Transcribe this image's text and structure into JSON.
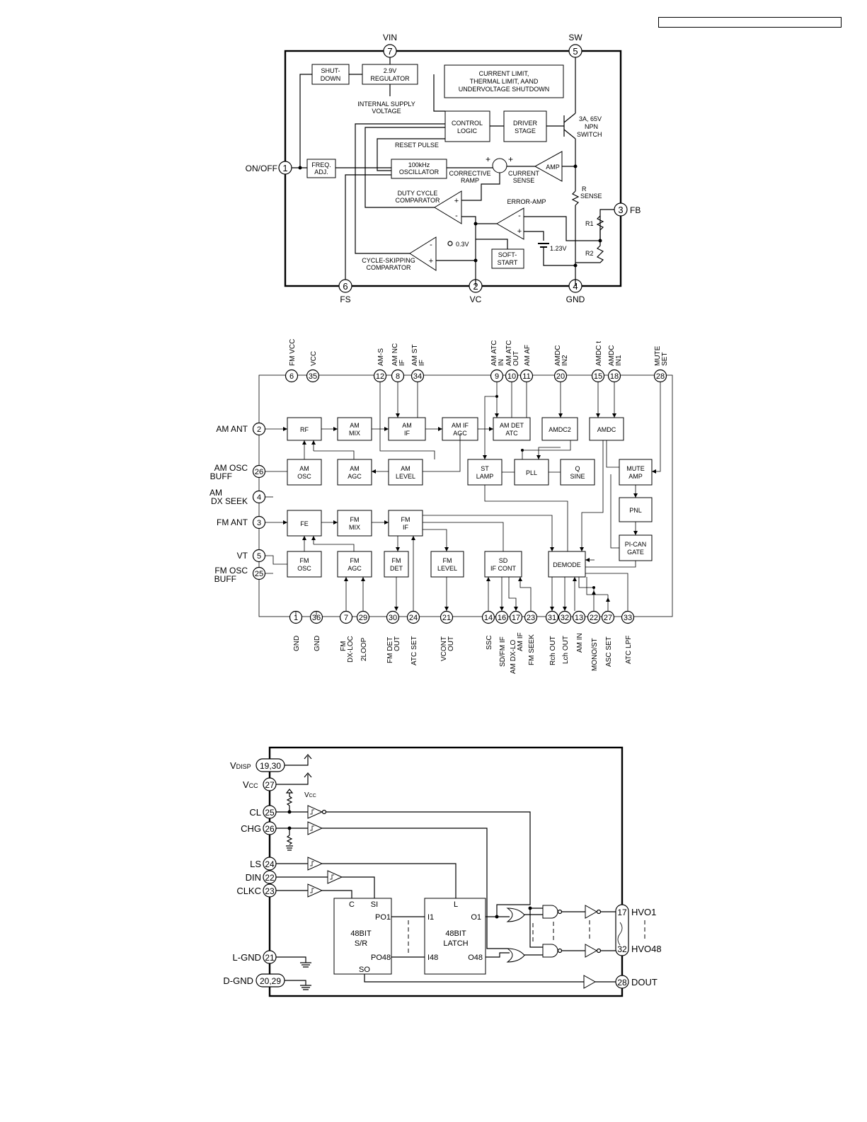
{
  "header": {
    "ref": ""
  },
  "diagram1": {
    "pins": [
      {
        "num": "7",
        "label": "VIN"
      },
      {
        "num": "5",
        "label": "SW"
      },
      {
        "num": "1",
        "label": "ON/OFF"
      },
      {
        "num": "3",
        "label": "FB"
      },
      {
        "num": "6",
        "label": "FS"
      },
      {
        "num": "2",
        "label": "VC"
      },
      {
        "num": "4",
        "label": "GND"
      }
    ],
    "blocks": {
      "shutdown": [
        "SHUT-",
        "DOWN"
      ],
      "regulator": [
        "2.9V",
        "REGULATOR"
      ],
      "limits": [
        "CURRENT LIMIT,",
        "THERMAL LIMIT, AAND",
        "UNDERVOLTAGE SHUTDOWN"
      ],
      "supply": [
        "INTERNAL SUPPLY",
        "VOLTAGE"
      ],
      "control": [
        "CONTROL",
        "LOGIC"
      ],
      "driver": [
        "DRIVER",
        "STAGE"
      ],
      "switch": [
        "3A, 65V",
        "NPN",
        "SWITCH"
      ],
      "reset": "RESET PULSE",
      "freq": [
        "FREQ.",
        "ADJ."
      ],
      "osc": [
        "100kHz",
        "OSCILLATOR"
      ],
      "ramp": [
        "CORRECTIVE",
        "RAMP"
      ],
      "sense": [
        "CURRENT",
        "SENSE"
      ],
      "amp": "AMP",
      "rsense": [
        "R",
        "SENSE"
      ],
      "duty": [
        "DUTY CYCLE",
        "COMPARATOR"
      ],
      "erramp": "ERROR-AMP",
      "r1": "R1",
      "r2": "R2",
      "v03": "0.3V",
      "vref": "1.23V",
      "soft": [
        "SOFT-",
        "START"
      ],
      "cyc": [
        "CYCLE-SKIPPING",
        "COMPARATOR"
      ]
    }
  },
  "diagram2": {
    "top_pins": [
      {
        "num": "6",
        "label": [
          "FM VCC"
        ]
      },
      {
        "num": "35",
        "label": [
          "VCC"
        ]
      },
      {
        "num": "12",
        "label": [
          "AM-S"
        ]
      },
      {
        "num": "8",
        "label": [
          "AM NC",
          "IF"
        ]
      },
      {
        "num": "34",
        "label": [
          "AM ST",
          "IF"
        ]
      },
      {
        "num": "9",
        "label": [
          "AM ATC",
          "IN"
        ]
      },
      {
        "num": "10",
        "label": [
          "AM ATC",
          "OUT"
        ]
      },
      {
        "num": "11",
        "label": [
          "AM AF"
        ]
      },
      {
        "num": "20",
        "label": [
          "AMDC",
          "IN2"
        ]
      },
      {
        "num": "15",
        "label": [
          "AMDC t"
        ]
      },
      {
        "num": "18",
        "label": [
          "AMDC",
          "IN1"
        ]
      },
      {
        "num": "28",
        "label": [
          "MUTE",
          "SET"
        ]
      }
    ],
    "left_pins": [
      {
        "num": "2",
        "label": [
          "AM ANT"
        ]
      },
      {
        "num": "26",
        "label": [
          "AM OSC",
          "BUFF"
        ]
      },
      {
        "num": "4",
        "label": [
          "AM",
          "DX SEEK"
        ]
      },
      {
        "num": "3",
        "label": [
          "FM ANT"
        ]
      },
      {
        "num": "5",
        "label": [
          "VT"
        ]
      },
      {
        "num": "25",
        "label": [
          "FM OSC",
          "BUFF"
        ]
      }
    ],
    "bottom_pins": [
      {
        "num": "1",
        "label": [
          "GND"
        ]
      },
      {
        "num": "36",
        "label": [
          "GND"
        ]
      },
      {
        "num": "7",
        "label": [
          "FM",
          "DX-LOC"
        ]
      },
      {
        "num": "29",
        "label": [
          "2LOOP"
        ]
      },
      {
        "num": "30",
        "label": [
          "FM DET",
          "OUT"
        ]
      },
      {
        "num": "24",
        "label": [
          "ATC SET"
        ]
      },
      {
        "num": "21",
        "label": [
          "VCONT",
          "OUT"
        ]
      },
      {
        "num": "14",
        "label": [
          "SSC"
        ]
      },
      {
        "num": "16",
        "label": [
          "SD/FM IF"
        ]
      },
      {
        "num": "17",
        "label": [
          "AM DX-LO",
          "AM IF"
        ]
      },
      {
        "num": "23",
        "label": [
          "FM SEEK"
        ]
      },
      {
        "num": "31",
        "label": [
          "Rch OUT"
        ]
      },
      {
        "num": "32",
        "label": [
          "Lch OUT"
        ]
      },
      {
        "num": "13",
        "label": [
          "AM IN"
        ]
      },
      {
        "num": "22",
        "label": [
          "MONO/ST"
        ]
      },
      {
        "num": "27",
        "label": [
          "ASC SET"
        ]
      },
      {
        "num": "33",
        "label": [
          "ATC LPF"
        ]
      }
    ],
    "blocks": [
      [
        "RF"
      ],
      [
        "AM",
        "MIX"
      ],
      [
        "AM",
        "IF"
      ],
      [
        "AM IF",
        "AGC"
      ],
      [
        "AM DET",
        "ATC"
      ],
      [
        "AMDC2"
      ],
      [
        "AMDC"
      ],
      [
        "AM",
        "OSC"
      ],
      [
        "AM",
        "AGC"
      ],
      [
        "AM",
        "LEVEL"
      ],
      [
        "ST",
        "LAMP"
      ],
      [
        "PLL"
      ],
      [
        "Q",
        "SINE"
      ],
      [
        "MUTE",
        "AMP"
      ],
      [
        "FE"
      ],
      [
        "FM",
        "MIX"
      ],
      [
        "FM",
        "IF"
      ],
      [
        "PNL"
      ],
      [
        "PI-CAN",
        "GATE"
      ],
      [
        "FM",
        "OSC"
      ],
      [
        "FM",
        "AGC"
      ],
      [
        "FM",
        "DET"
      ],
      [
        "FM",
        "LEVEL"
      ],
      [
        "SD",
        "IF CONT"
      ],
      [
        "DEMODE"
      ]
    ]
  },
  "diagram3": {
    "pins": {
      "vdisp": {
        "main": "V",
        "sub": "DISP",
        "num": "19,30"
      },
      "vcc": {
        "main": "V",
        "sub": "CC",
        "num": "27"
      },
      "cl": {
        "label": "CL",
        "num": "25"
      },
      "chg": {
        "label": "CHG",
        "num": "26"
      },
      "ls": {
        "label": "LS",
        "num": "24"
      },
      "din": {
        "label": "DIN",
        "num": "22"
      },
      "clkc": {
        "label": "CLKC",
        "num": "23"
      },
      "lgnd": {
        "label": "L-GND",
        "num": "21"
      },
      "dgnd": {
        "label": "D-GND",
        "num": "20,29"
      },
      "hvo1": {
        "label": "HVO1",
        "num": "17"
      },
      "hvo48": {
        "label": "HVO48",
        "num": "32"
      },
      "dout": {
        "label": "DOUT",
        "num": "28"
      }
    },
    "vcc_tag": {
      "main": "V",
      "sub": "CC"
    },
    "sr": {
      "c": "C",
      "si": "SI",
      "po1": "PO1",
      "po48": "PO48",
      "so": "SO",
      "title": [
        "48BIT",
        "S/R"
      ]
    },
    "latch": {
      "l": "L",
      "i1": "I1",
      "i48": "I48",
      "o1": "O1",
      "o48": "O48",
      "title": [
        "48BIT",
        "LATCH"
      ]
    }
  }
}
